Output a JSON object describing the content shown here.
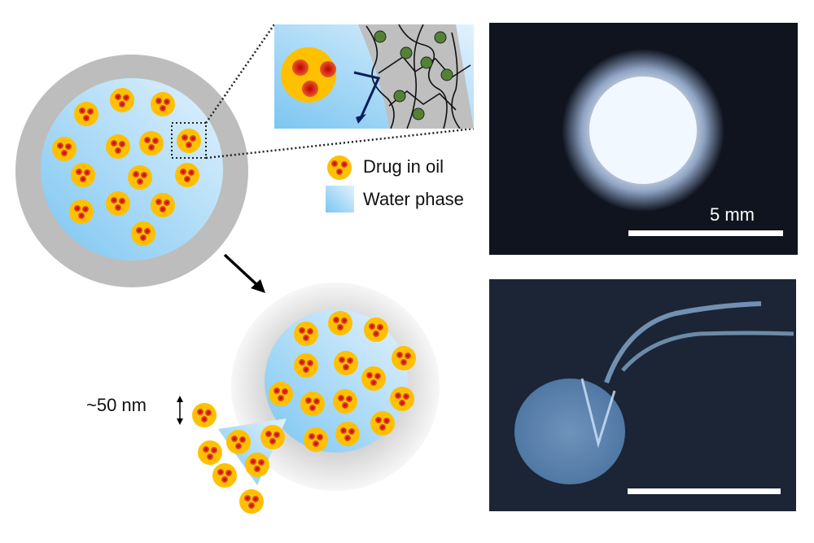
{
  "legend": {
    "drug_in_oil": "Drug in oil",
    "water_phase": "Water phase"
  },
  "size_label": "~50 nm",
  "scale_bar_label": "5 mm",
  "colors": {
    "shell": "#bdbdbd",
    "water_light": "#dbeefc",
    "water_dark": "#7cc6f2",
    "oil": "#ffc000",
    "drug": "#d7261e",
    "polymer_bead": "#548235",
    "arrow": "#0a1f5c"
  }
}
